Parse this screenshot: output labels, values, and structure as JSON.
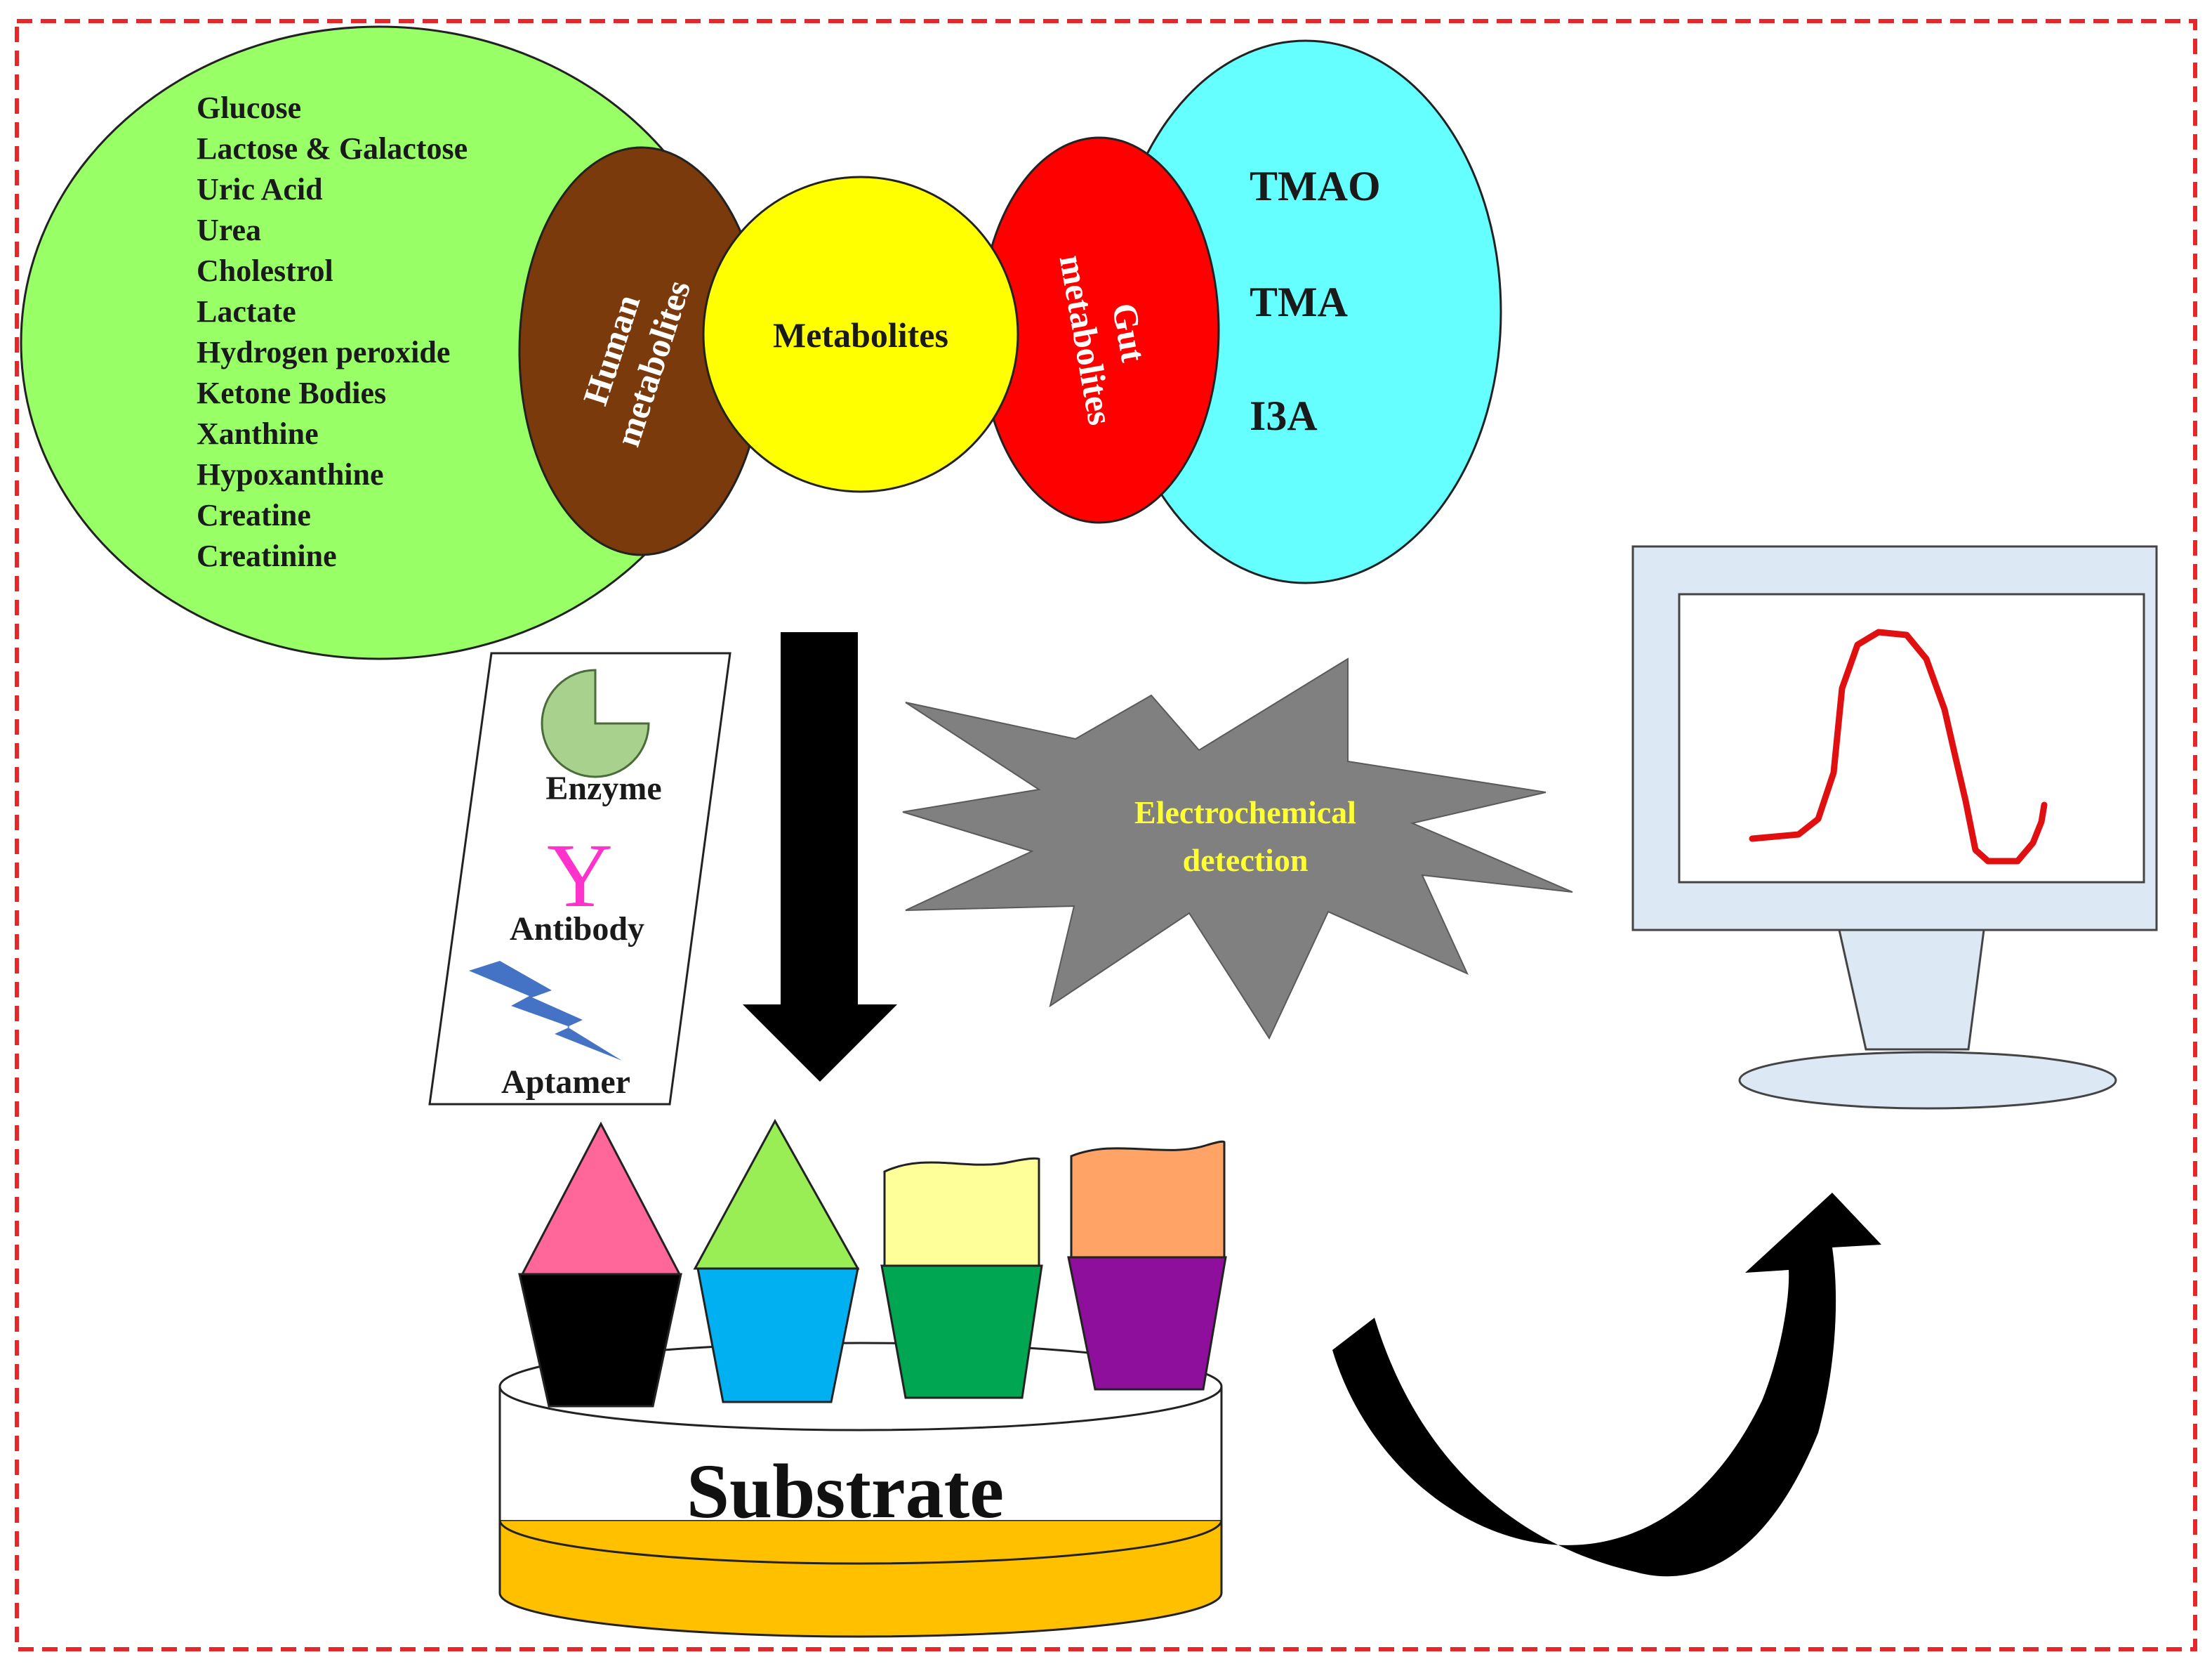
{
  "human_metabolites_list": [
    "Glucose",
    "Lactose & Galactose",
    "Uric Acid",
    "Urea",
    "Cholestrol",
    "Lactate",
    "Hydrogen peroxide",
    "Ketone Bodies",
    "Xanthine",
    "Hypoxanthine",
    "Creatine",
    "Creatinine"
  ],
  "human_metabolites_label": [
    "Human",
    "metabolites"
  ],
  "center_label": "Metabolites",
  "gut_metabolites_label": [
    "Gut",
    "metabolites"
  ],
  "gut_metabolites_list": [
    "TMAO",
    "TMA",
    "I3A"
  ],
  "bioreceptors": {
    "enzyme": "Enzyme",
    "antibody_glyph": "Y",
    "antibody": "Antibody",
    "aptamer": "Aptamer"
  },
  "detection_label": [
    "Electrochemical",
    "detection"
  ],
  "substrate_label": "Substrate",
  "colors": {
    "border": "#e8262a",
    "human_circle": "#99ff66",
    "human_ellipse": "#7b3a0c",
    "center_circle": "#ffff00",
    "gut_ellipse": "#ff0000",
    "gut_circle": "#66ffff",
    "burst": "#808080",
    "burst_text": "#ffff33",
    "monitor": "#dce8f4",
    "signal": "#e01010",
    "substrate_base": "#ffc000",
    "antibody": "#ff33cc",
    "enzyme": "#a9d18e",
    "aptamer": "#4472c4"
  }
}
